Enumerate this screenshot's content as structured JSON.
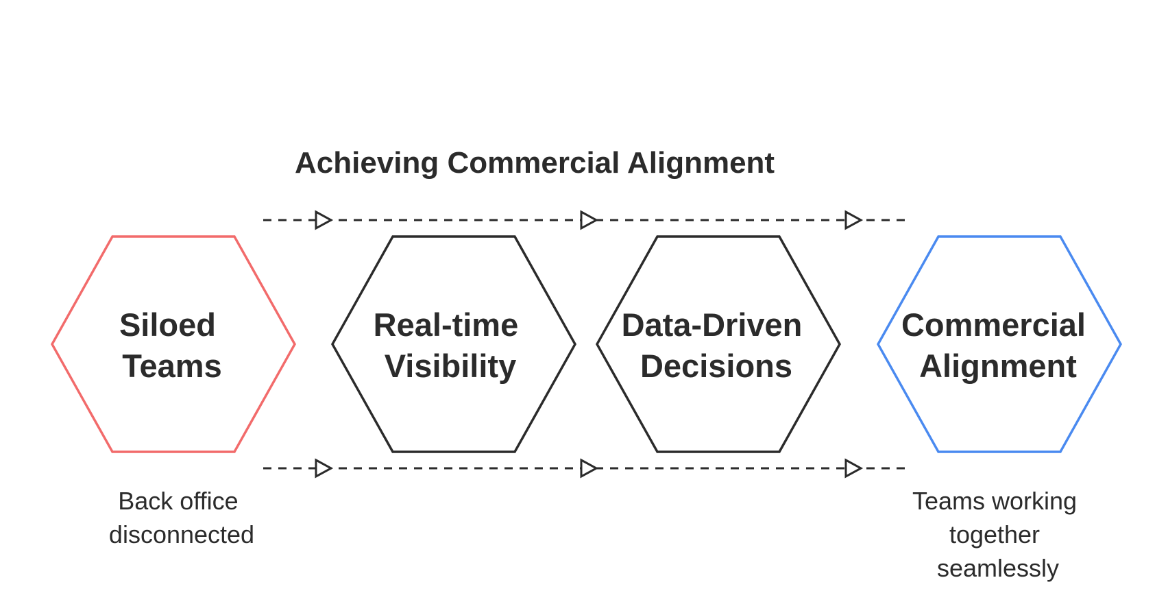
{
  "title": "Achieving Commercial Alignment",
  "colors": {
    "start": "#f26b6b",
    "middle": "#2b2b2b",
    "end": "#4a8af0",
    "text": "#2b2b2b"
  },
  "steps": [
    {
      "lines": [
        "Siloed",
        "Teams"
      ],
      "description": [
        "Back office",
        "disconnected"
      ],
      "color_role": "start"
    },
    {
      "lines": [
        "Real-time",
        "Visibility"
      ],
      "description": [],
      "color_role": "middle"
    },
    {
      "lines": [
        "Data-Driven",
        "Decisions"
      ],
      "description": [],
      "color_role": "middle"
    },
    {
      "lines": [
        "Commercial",
        "Alignment"
      ],
      "description": [
        "Teams working",
        "together",
        "seamlessly"
      ],
      "color_role": "end"
    }
  ],
  "connector_icon": "arrow-right-icon"
}
